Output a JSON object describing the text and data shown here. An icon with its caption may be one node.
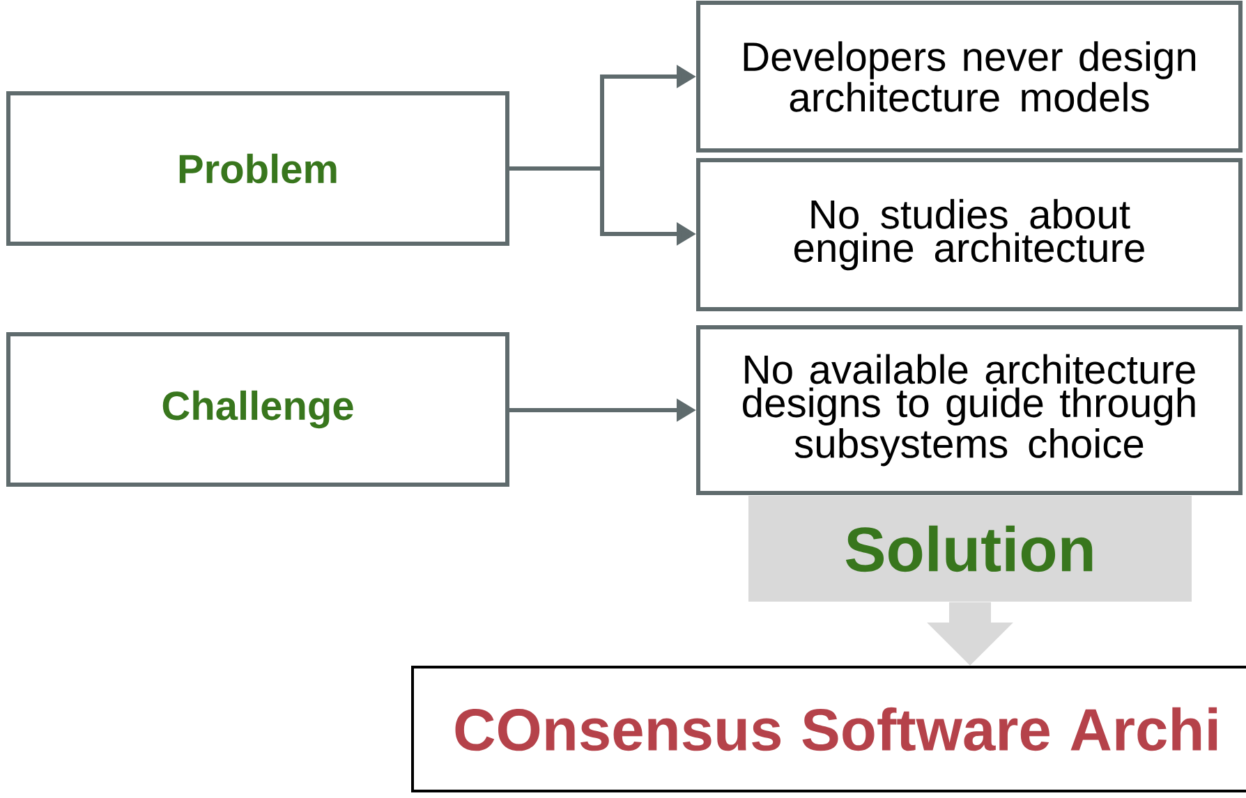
{
  "diagram": {
    "nodes": [
      {
        "text": [
          "Problem"
        ]
      },
      {
        "text": [
          "Developers never design architecture models"
        ]
      },
      {
        "text": [
          "No studies about engine architecture"
        ]
      },
      {
        "text": [
          "Challenge"
        ]
      },
      {
        "text": [
          "No available architecture designs to guide through subsystems choice"
        ]
      },
      {
        "text": [
          "Solution"
        ]
      },
      {
        "text": [
          "COnsensus Software Archi"
        ]
      }
    ],
    "edges": [
      {
        "from": 0,
        "to": 1,
        "arrow": "to"
      },
      {
        "from": 0,
        "to": 2,
        "arrow": "to"
      },
      {
        "from": 3,
        "to": 4,
        "arrow": "to"
      },
      {
        "from": 5,
        "to": 6,
        "arrow": "to",
        "style": "thick",
        "color": "#d9d9d9"
      }
    ]
  }
}
